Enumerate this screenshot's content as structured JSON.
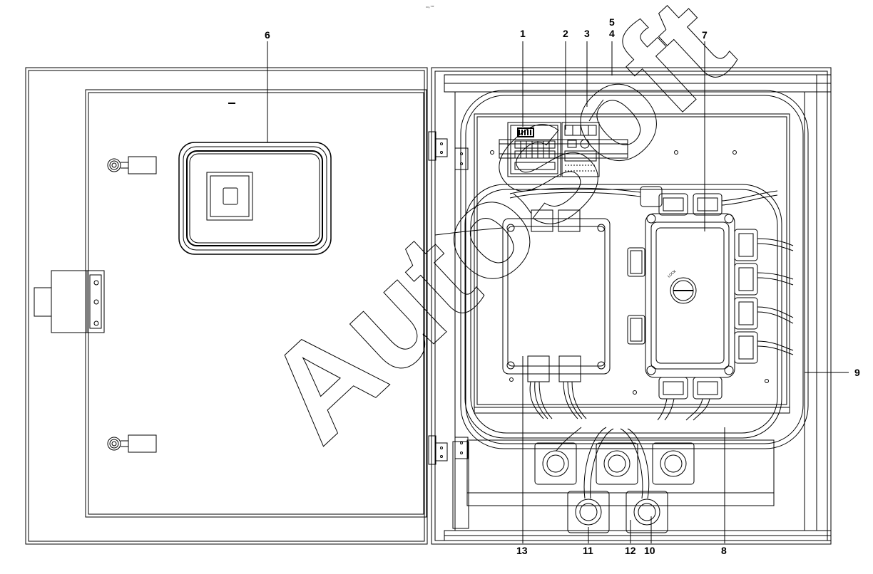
{
  "header_mark": "▭₀ ᵀᵀᵀ",
  "watermark": "AutoSoft",
  "callouts": {
    "c1": "1",
    "c2": "2",
    "c3": "3",
    "c4": "4",
    "c5": "5",
    "c6": "6",
    "c7": "7",
    "c8": "8",
    "c9": "9",
    "c10": "10",
    "c11": "11",
    "c12": "12",
    "c13": "13"
  },
  "module_label": "LOCK",
  "colors": {
    "line": "#000000",
    "background": "#ffffff",
    "watermark_stroke": "#000000"
  }
}
